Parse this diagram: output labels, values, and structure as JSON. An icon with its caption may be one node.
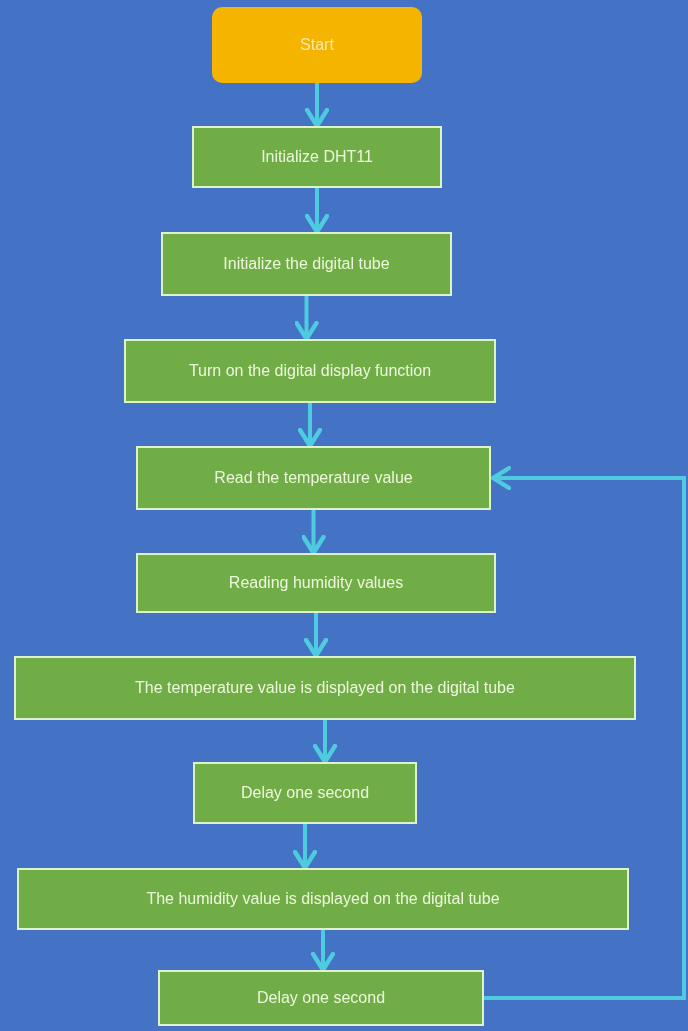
{
  "diagram": {
    "nodes": [
      {
        "text": [
          "Start"
        ]
      },
      {
        "text": [
          "Initialize DHT11"
        ]
      },
      {
        "text": [
          "Initialize the digital tube"
        ]
      },
      {
        "text": [
          "Turn on the digital display function"
        ]
      },
      {
        "text": [
          "Read the temperature value"
        ]
      },
      {
        "text": [
          "Reading humidity values"
        ]
      },
      {
        "text": [
          "The temperature value is displayed on the digital tube"
        ]
      },
      {
        "text": [
          "Delay one second"
        ]
      },
      {
        "text": [
          "The humidity value is displayed on the digital tube"
        ]
      },
      {
        "text": [
          "Delay one second"
        ]
      }
    ],
    "edges": [
      {
        "from": 0,
        "to": 1,
        "arrow": "to"
      },
      {
        "from": 1,
        "to": 2,
        "arrow": "to"
      },
      {
        "from": 2,
        "to": 3,
        "arrow": "to"
      },
      {
        "from": 3,
        "to": 4,
        "arrow": "to"
      },
      {
        "from": 4,
        "to": 5,
        "arrow": "to"
      },
      {
        "from": 5,
        "to": 6,
        "arrow": "to"
      },
      {
        "from": 6,
        "to": 7,
        "arrow": "to"
      },
      {
        "from": 7,
        "to": 8,
        "arrow": "to"
      },
      {
        "from": 8,
        "to": 9,
        "arrow": "to"
      },
      {
        "from": 9,
        "to": 4,
        "arrow": "to"
      }
    ]
  }
}
